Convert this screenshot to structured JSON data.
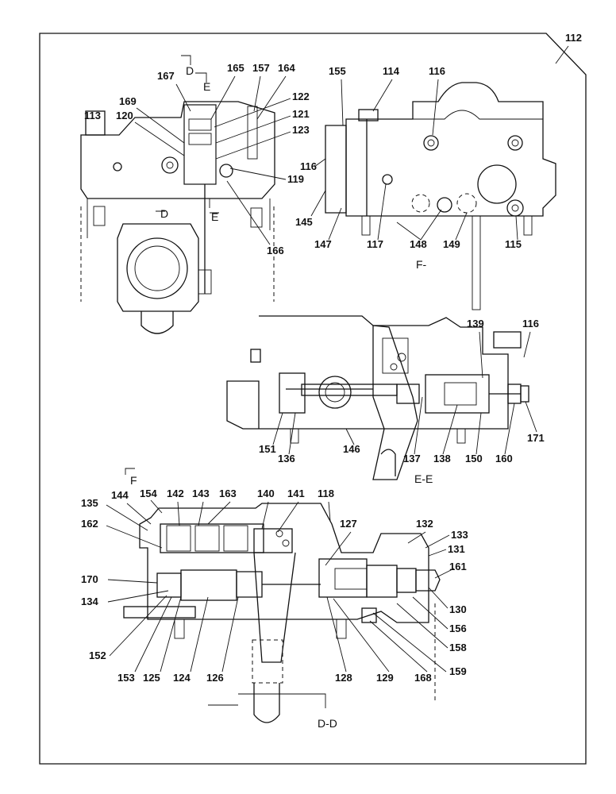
{
  "sheet_number": "112",
  "views": {
    "side_view": {
      "section_marks": [
        "D",
        "E",
        "D",
        "E"
      ],
      "callouts": [
        "167",
        "165",
        "157",
        "164",
        "169",
        "122",
        "120",
        "121",
        "113",
        "123",
        "119",
        "166"
      ]
    },
    "view_f": {
      "label": "F-",
      "callouts": [
        "155",
        "114",
        "116",
        "116",
        "145",
        "147",
        "117",
        "148",
        "149",
        "115"
      ]
    },
    "view_ee": {
      "label": "E-E",
      "callouts": [
        "139",
        "116",
        "151",
        "136",
        "146",
        "137",
        "138",
        "150",
        "160",
        "171"
      ]
    },
    "view_dd": {
      "label": "D-D",
      "section_mark": "F",
      "callouts": [
        "144",
        "154",
        "142",
        "143",
        "163",
        "140",
        "141",
        "118",
        "135",
        "162",
        "127",
        "132",
        "133",
        "131",
        "170",
        "161",
        "134",
        "130",
        "156",
        "158",
        "152",
        "159",
        "153",
        "125",
        "124",
        "126",
        "128",
        "129",
        "168"
      ]
    }
  }
}
